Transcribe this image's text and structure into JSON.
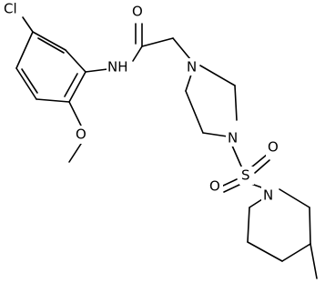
{
  "molecule": {
    "atoms": {
      "cl": "Cl",
      "nh": "NH",
      "o_carbonyl": "O",
      "o_methoxy": "O",
      "n_piperazine_1": "N",
      "n_piperazine_4": "N",
      "s": "S",
      "o_sulfonyl_1": "O",
      "o_sulfonyl_2": "O",
      "n_piperidine": "N"
    },
    "colors": {
      "bond": "#000000",
      "label": "#000000",
      "background": "#ffffff"
    }
  }
}
